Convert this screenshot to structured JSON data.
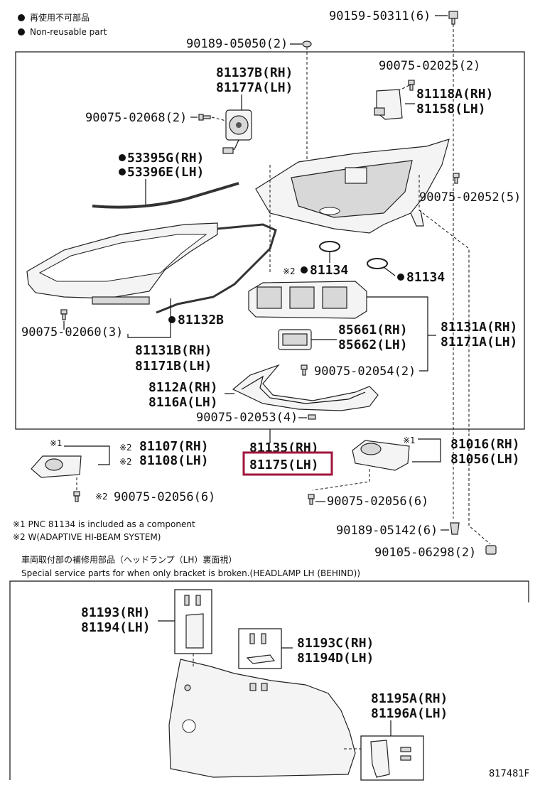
{
  "legend": {
    "nonreusable_jp": "再使用不可部品",
    "nonreusable_en": "Non-reusable part"
  },
  "labels": {
    "l_90159_50311": "90159-50311(6)",
    "l_90189_05050": "90189-05050(2)",
    "l_81137B": "81137B(RH)",
    "l_81177A": "81177A(LH)",
    "l_90075_02025": "90075-02025(2)",
    "l_81118A": "81118A(RH)",
    "l_81158": "81158(LH)",
    "l_90075_02068": "90075-02068(2)",
    "l_53395G": "53395G(RH)",
    "l_53396E": "53396E(LH)",
    "l_90075_02052": "90075-02052(5)",
    "l_81134_a": "81134",
    "l_81134_a_prefix": "※2",
    "l_81134_b": "81134",
    "l_90075_02060": "90075-02060(3)",
    "l_81132B": "81132B",
    "l_85661": "85661(RH)",
    "l_85662": "85662(LH)",
    "l_81131A": "81131A(RH)",
    "l_81171A": "81171A(LH)",
    "l_81131B": "81131B(RH)",
    "l_81171B": "81171B(LH)",
    "l_90075_02054": "90075-02054(2)",
    "l_8112A": "8112A(RH)",
    "l_8116A": "8116A(LH)",
    "l_90075_02053": "90075-02053(4)",
    "l_81135": "81135(RH)",
    "l_81175": "81175(LH)",
    "l_81107": "81107(RH)",
    "l_81108": "81108(LH)",
    "l_81107_prefix": "※2",
    "l_81108_prefix": "※2",
    "l_x1_left": "※1",
    "l_x1_right": "※1",
    "l_81016": "81016(RH)",
    "l_81056": "81056(LH)",
    "l_90075_02056_left": "90075-02056(6)",
    "l_90075_02056_left_prefix": "※2",
    "l_90075_02056_right": "90075-02056(6)",
    "l_90189_05142": "90189-05142(6)",
    "l_90105_06298": "90105-06298(2)",
    "l_81193": "81193(RH)",
    "l_81194": "81194(LH)",
    "l_81193C": "81193C(RH)",
    "l_81194D": "81194D(LH)",
    "l_81195A": "81195A(RH)",
    "l_81196A": "81196A(LH)"
  },
  "notes": {
    "note1": "※1   PNC 81134 is included as a component",
    "note2": "※2   W(ADAPTIVE HI-BEAM SYSTEM)",
    "service_jp": "車両取付部の補修用部品（ヘッドランプ（LH）裏面視）",
    "service_en": "Special service parts for when only bracket is broken.(HEADLAMP LH (BEHIND))"
  },
  "figure_id": "817481F",
  "colors": {
    "highlight": "#a0153e",
    "line": "#111111",
    "part_fill": "#f4f4f4"
  }
}
